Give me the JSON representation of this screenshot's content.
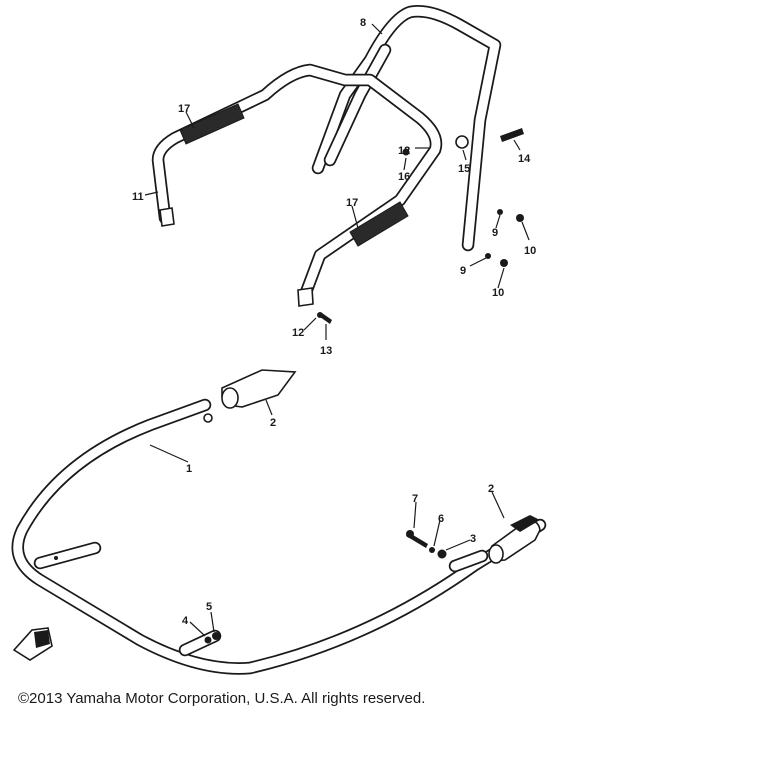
{
  "callouts": {
    "c1": "1",
    "c2a": "2",
    "c2b": "2",
    "c3": "3",
    "c4": "4",
    "c5": "5",
    "c6": "6",
    "c7": "7",
    "c8": "8",
    "c9a": "9",
    "c9b": "9",
    "c10a": "10",
    "c10b": "10",
    "c11": "11",
    "c12a": "12",
    "c12b": "12",
    "c13": "13",
    "c14": "14",
    "c15": "15",
    "c16": "16",
    "c17a": "17",
    "c17b": "17"
  },
  "footer": {
    "copyright": "©2013 Yamaha Motor Corporation, U.S.A. All rights reserved."
  }
}
